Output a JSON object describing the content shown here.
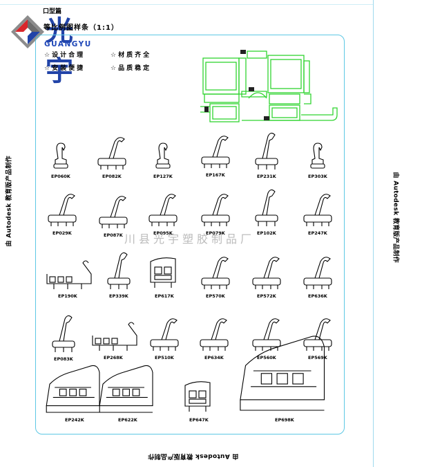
{
  "doc": {
    "series_label": "口型篇",
    "title": "等比例图样条（1:1）",
    "features": [
      "☆设计合理",
      "☆材质齐全",
      "☆安装便捷",
      "☆品质稳定"
    ],
    "watermark": "由 Autodesk 教育版产品制作",
    "center_watermark": "川县光宇塑胶制品厂"
  },
  "logo": {
    "cn": "光宇",
    "en": "GUANGYU",
    "colors": {
      "red": "#d9262b",
      "blue": "#2244a8",
      "gray": "#8c8c8c"
    }
  },
  "profiles": [
    {
      "code": "EP060K",
      "shape": "small"
    },
    {
      "code": "EP082K",
      "shape": "hook"
    },
    {
      "code": "EP127K",
      "shape": "small"
    },
    {
      "code": "EP167K",
      "shape": "hook"
    },
    {
      "code": "EP231K",
      "shape": "tall"
    },
    {
      "code": "EP303K",
      "shape": "small"
    },
    {
      "code": "EP029K",
      "shape": "hook"
    },
    {
      "code": "EP087K",
      "shape": "hook"
    },
    {
      "code": "EP095K",
      "shape": "hook"
    },
    {
      "code": "EP079K",
      "shape": "hook"
    },
    {
      "code": "EP102K",
      "shape": "tall"
    },
    {
      "code": "EP247K",
      "shape": "hook"
    },
    {
      "code": "EP190K",
      "shape": "wide"
    },
    {
      "code": "EP339K",
      "shape": "tall"
    },
    {
      "code": "EP617K",
      "shape": "box"
    },
    {
      "code": "EP570K",
      "shape": "hook"
    },
    {
      "code": "EP572K",
      "shape": "hook"
    },
    {
      "code": "EP636K",
      "shape": "hook"
    },
    {
      "code": "EP083K",
      "shape": "tall"
    },
    {
      "code": "EP268K",
      "shape": "wide"
    },
    {
      "code": "EP510K",
      "shape": "hook"
    },
    {
      "code": "EP634K",
      "shape": "hook"
    },
    {
      "code": "EP560K",
      "shape": "hook"
    },
    {
      "code": "EP569K",
      "shape": "hook"
    },
    {
      "code": "EP242K",
      "shape": "large"
    },
    {
      "code": "EP622K",
      "shape": "large"
    },
    {
      "code": "EP647K",
      "shape": "box"
    },
    {
      "code": "EP698K",
      "shape": "large"
    }
  ]
}
